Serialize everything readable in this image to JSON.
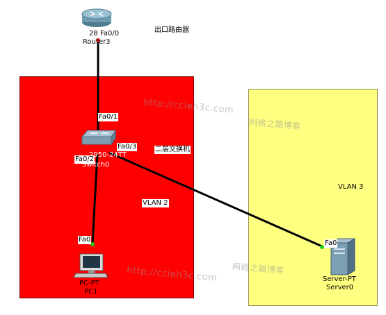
{
  "areas": {
    "vlan2_label": "VLAN 2",
    "vlan3_label": "VLAN 3"
  },
  "devices": {
    "router": {
      "model": "28",
      "name": "Router3",
      "port": "Fa0/0"
    },
    "switch": {
      "model": "2950-24TT",
      "name": "Switch0",
      "ports": [
        "Fa0/1",
        "Fa0/2",
        "Fa0/3"
      ]
    },
    "pc": {
      "model": "PC-PT",
      "name": "PC1",
      "port": "Fa0"
    },
    "server": {
      "model": "Server-PT",
      "name": "Server0",
      "port": "Fa0"
    }
  },
  "annotations": {
    "exit_router": "出口路由器",
    "l2_switch": "二层交换机"
  },
  "watermark": {
    "url": "http://ccieh3c.com",
    "site": "网络之路博客"
  },
  "colors": {
    "vlan2": "#ff0000",
    "vlan3": "#ffff80",
    "link_up": "#22cc22",
    "link_router": "#dd2222"
  }
}
